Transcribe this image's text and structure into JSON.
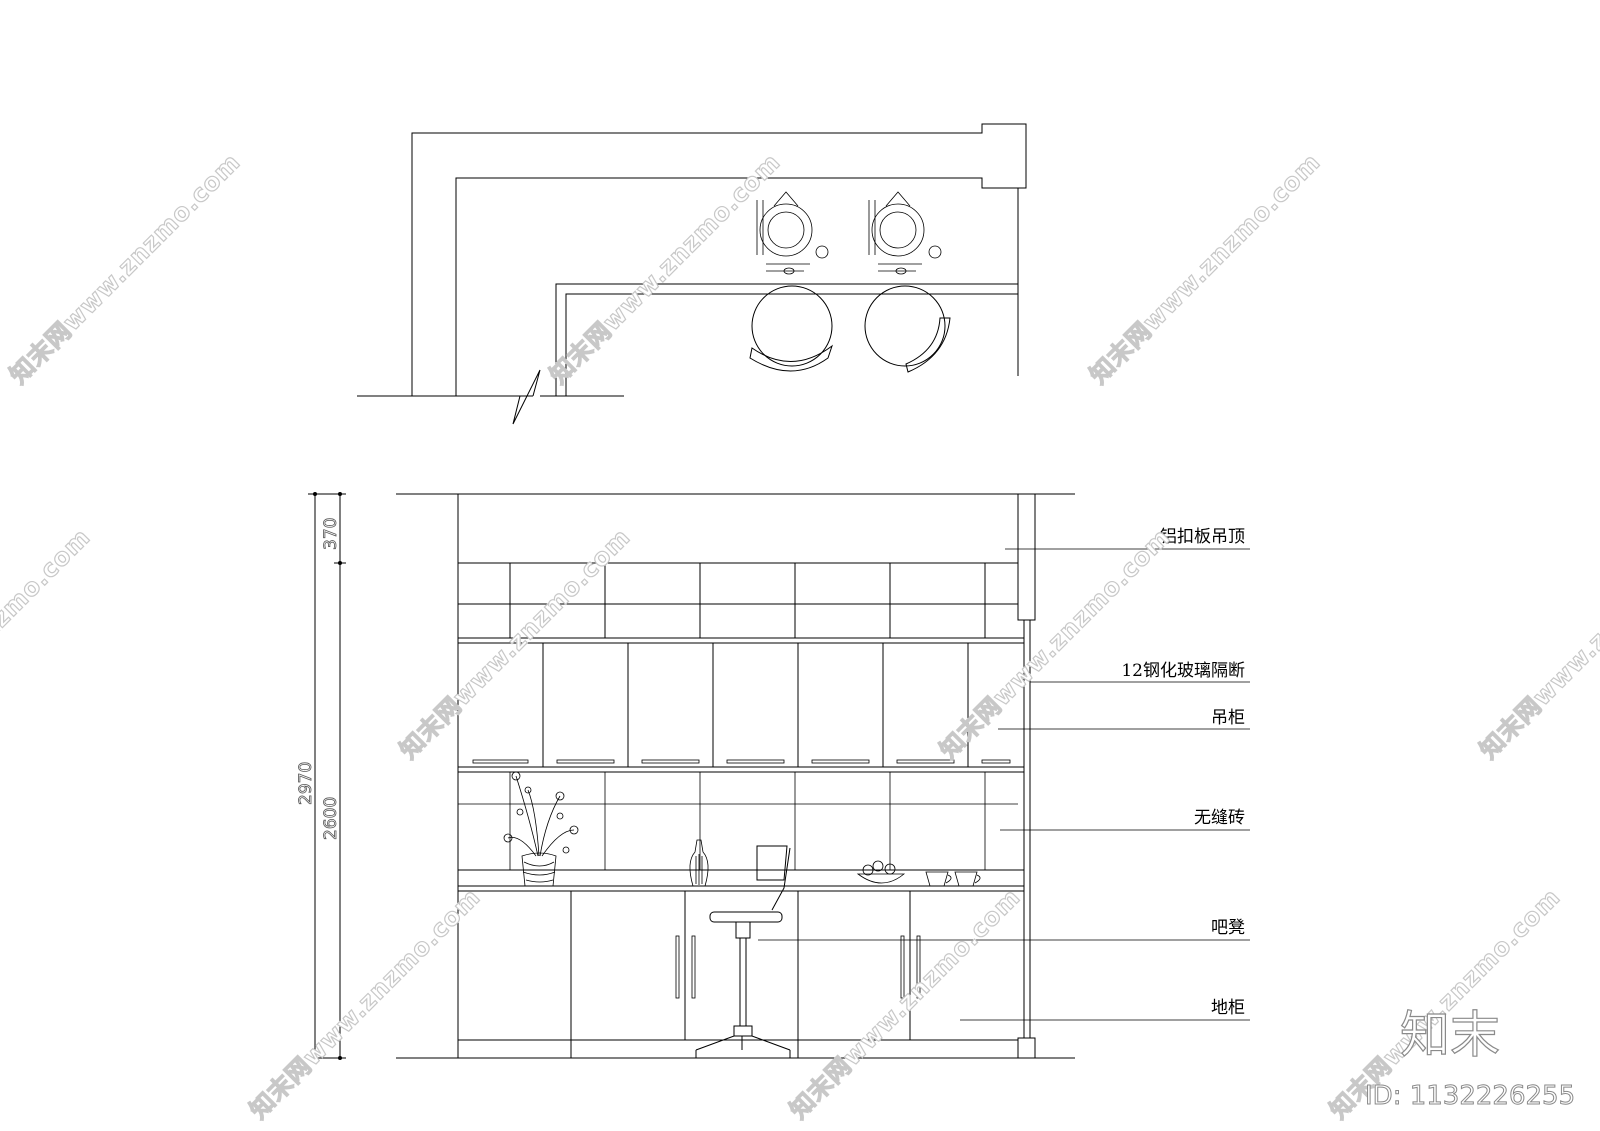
{
  "dimensions": {
    "overall": "2970",
    "cabinet_height": "2600",
    "ceiling_gap": "370"
  },
  "labels": [
    "铝扣板吊顶",
    "12钢化玻璃隔断",
    "吊柜",
    "无缝砖",
    "吧凳",
    "地柜"
  ],
  "watermark": {
    "text": "知末网www.znzmo.com",
    "brand": "知末",
    "id": "ID: 1132226255"
  }
}
